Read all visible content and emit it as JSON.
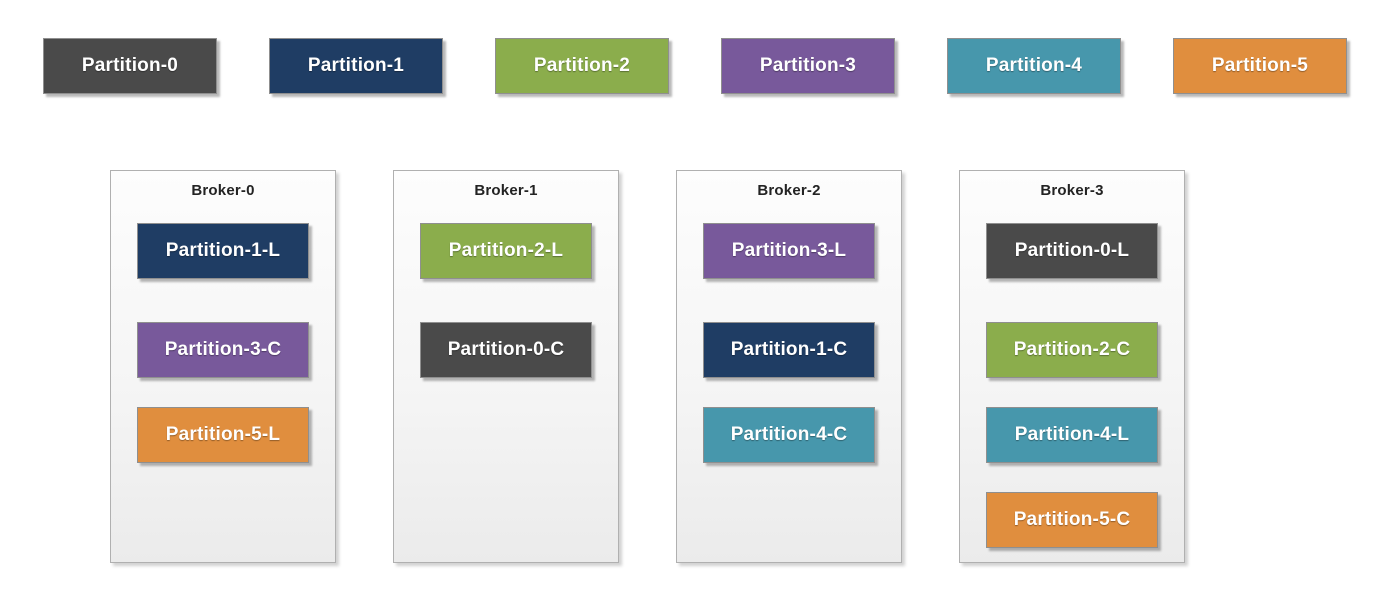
{
  "colors": {
    "partition0": "#4a4a4a",
    "partition1": "#1f3d64",
    "partition2": "#8bad4c",
    "partition3": "#78599b",
    "partition4": "#4797ac",
    "partition5": "#e08e3e",
    "chip_text": "#ffffff",
    "chip_border": "#8f8f8f",
    "broker_border": "#b0b0b0",
    "broker_title_text": "#232323"
  },
  "legend_partitions": [
    {
      "label": "Partition-0",
      "color_key": "partition0"
    },
    {
      "label": "Partition-1",
      "color_key": "partition1"
    },
    {
      "label": "Partition-2",
      "color_key": "partition2"
    },
    {
      "label": "Partition-3",
      "color_key": "partition3"
    },
    {
      "label": "Partition-4",
      "color_key": "partition4"
    },
    {
      "label": "Partition-5",
      "color_key": "partition5"
    }
  ],
  "brokers": [
    {
      "title": "Broker-0",
      "partitions": [
        {
          "label": "Partition-1-L",
          "color_key": "partition1"
        },
        {
          "label": "Partition-3-C",
          "color_key": "partition3"
        },
        {
          "label": "Partition-5-L",
          "color_key": "partition5"
        }
      ]
    },
    {
      "title": "Broker-1",
      "partitions": [
        {
          "label": "Partition-2-L",
          "color_key": "partition2"
        },
        {
          "label": "Partition-0-C",
          "color_key": "partition0"
        }
      ]
    },
    {
      "title": "Broker-2",
      "partitions": [
        {
          "label": "Partition-3-L",
          "color_key": "partition3"
        },
        {
          "label": "Partition-1-C",
          "color_key": "partition1"
        },
        {
          "label": "Partition-4-C",
          "color_key": "partition4"
        }
      ]
    },
    {
      "title": "Broker-3",
      "partitions": [
        {
          "label": "Partition-0-L",
          "color_key": "partition0"
        },
        {
          "label": "Partition-2-C",
          "color_key": "partition2"
        },
        {
          "label": "Partition-4-L",
          "color_key": "partition4"
        },
        {
          "label": "Partition-5-C",
          "color_key": "partition5"
        }
      ]
    }
  ]
}
